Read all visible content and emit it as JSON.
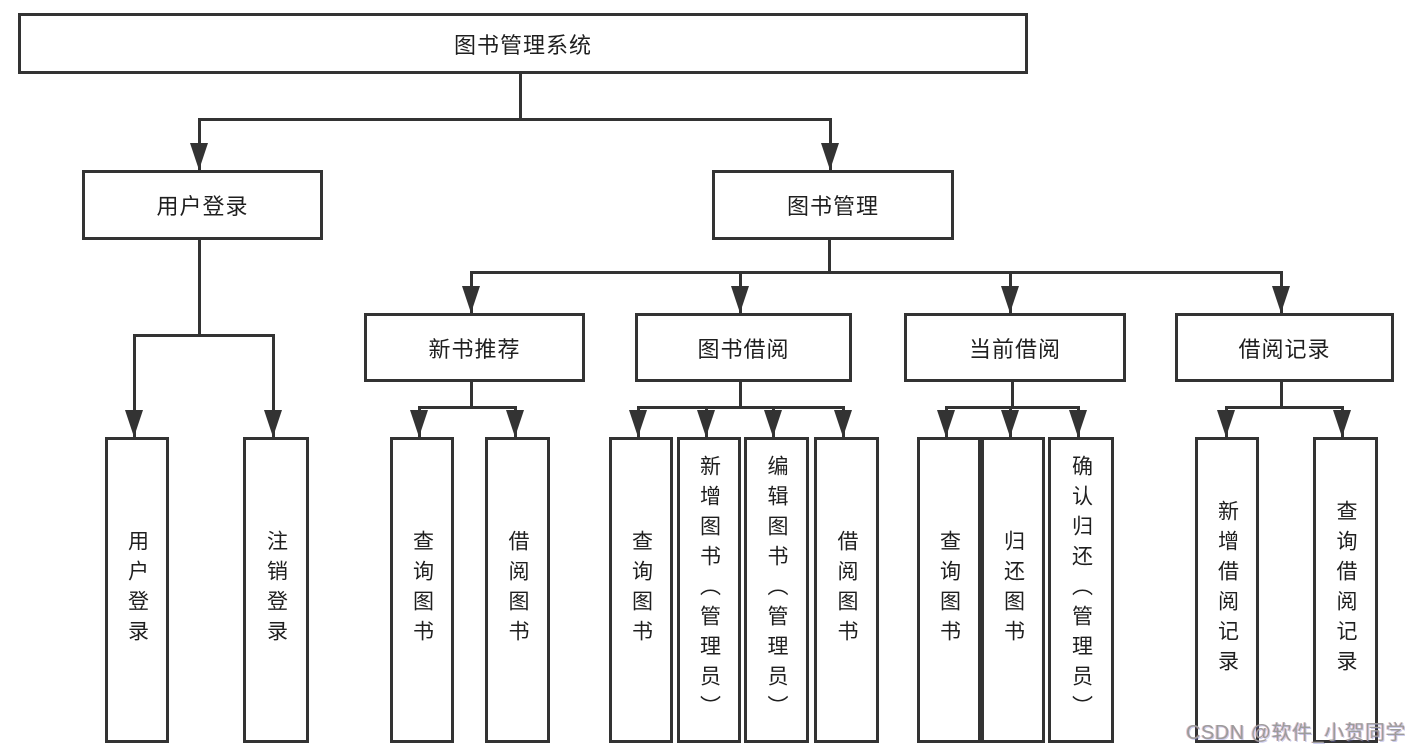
{
  "diagram": {
    "stroke_color": "#333333",
    "box_fill": "#ffffff",
    "text_color": "#1f1f1f",
    "root": {
      "label": "图书管理系统"
    },
    "branches": [
      {
        "label": "用户登录",
        "children": [
          {
            "label": "用户登录"
          },
          {
            "label": "注销登录"
          }
        ]
      },
      {
        "label": "图书管理",
        "children": [
          {
            "label": "新书推荐",
            "children": [
              {
                "label": "查询图书"
              },
              {
                "label": "借阅图书"
              }
            ]
          },
          {
            "label": "图书借阅",
            "children": [
              {
                "label": "查询图书"
              },
              {
                "label": "新增图书（管理员）"
              },
              {
                "label": "编辑图书（管理员）"
              },
              {
                "label": "借阅图书"
              }
            ]
          },
          {
            "label": "当前借阅",
            "children": [
              {
                "label": "查询图书"
              },
              {
                "label": "归还图书"
              },
              {
                "label": "确认归还（管理员）"
              }
            ]
          },
          {
            "label": "借阅记录",
            "children": [
              {
                "label": "新增借阅记录"
              },
              {
                "label": "查询借阅记录"
              }
            ]
          }
        ]
      }
    ]
  },
  "watermark": {
    "text": "CSDN @软件_小贺同学",
    "color": "#9c9c9c"
  }
}
